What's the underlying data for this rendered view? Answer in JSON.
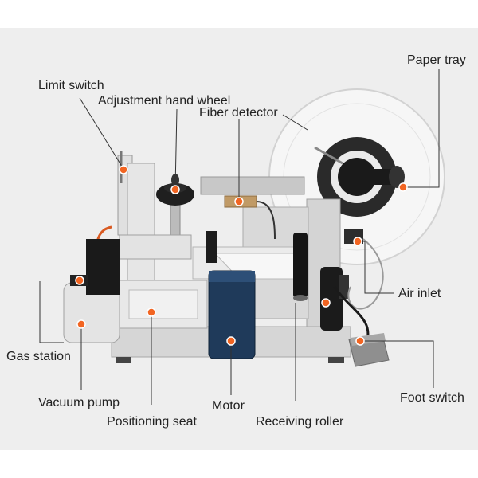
{
  "labels": {
    "limit_switch": "Limit switch",
    "adjustment_hand_wheel": "Adjustment hand wheel",
    "fiber_detector": "Fiber detector",
    "paper_tray": "Paper tray",
    "air_inlet": "Air inlet",
    "gas_station": "Gas station",
    "vacuum_pump": "Vacuum pump",
    "positioning_seat": "Positioning seat",
    "motor": "Motor",
    "receiving_roller": "Receiving roller",
    "foot_switch": "Foot switch"
  },
  "colors": {
    "background": "#eeeeee",
    "marker": "#f26522",
    "leader_line": "#333333",
    "text": "#222222"
  }
}
